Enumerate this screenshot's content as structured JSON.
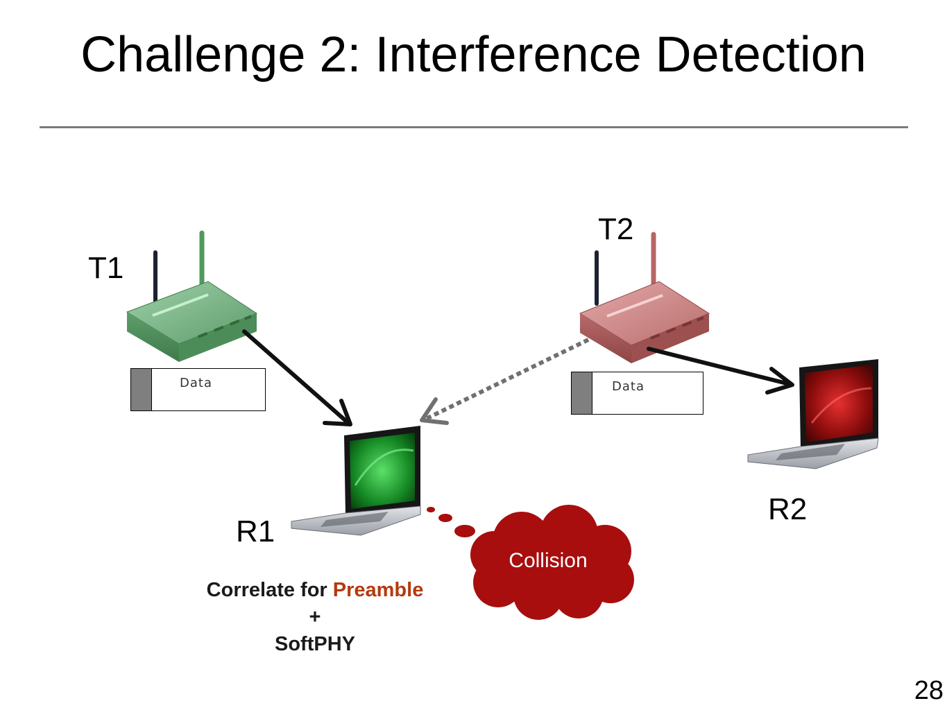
{
  "slide": {
    "title": "Challenge 2: Interference Detection",
    "page_number": "28"
  },
  "nodes": {
    "t1": "T1",
    "t2": "T2",
    "r1": "R1",
    "r2": "R2"
  },
  "packets": {
    "t1_label": "Data",
    "t2_label": "Data"
  },
  "collision": {
    "label": "Collision"
  },
  "caption": {
    "prefix": "Correlate for ",
    "highlight": "Preamble",
    "plus": "+",
    "line3": "SoftPHY"
  },
  "colors": {
    "t1_router": "#6aa87a",
    "t2_router": "#c47a7a",
    "cloud": "#a80e0e",
    "highlight": "#b23a10"
  }
}
